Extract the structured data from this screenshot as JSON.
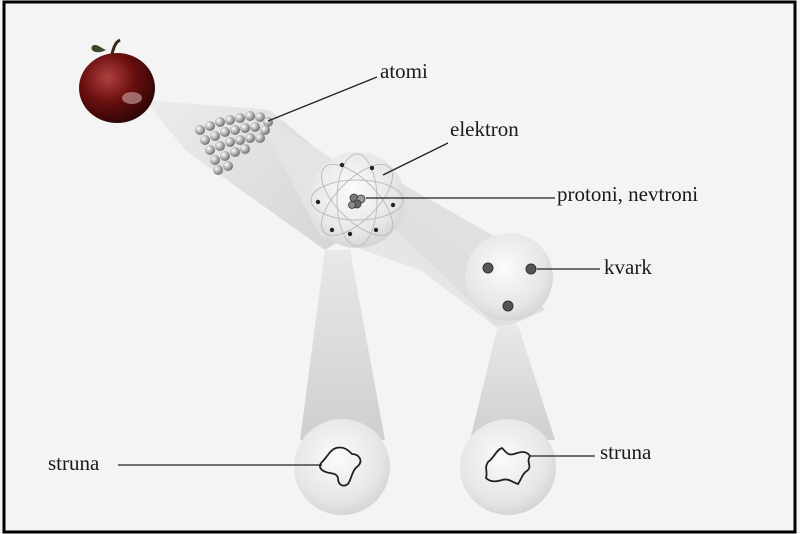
{
  "labels": {
    "atomi": "atomi",
    "elektron": "elektron",
    "protoni_nevtroni": "protoni, nevtroni",
    "kvark": "kvark",
    "struna_left": "struna",
    "struna_right": "struna"
  },
  "colors": {
    "border": "#000000",
    "background": "#f4f4f4",
    "beam": "#d9d9d9",
    "sphere": "#e2e2e2",
    "apple": "#8a1010",
    "ink": "#1a1a1a"
  },
  "icons": {
    "apple": "apple-icon",
    "atoms": "atom-cluster-icon",
    "nucleus": "nucleus-icon",
    "quark": "quark-dot-icon",
    "string_loop": "string-loop-icon"
  }
}
